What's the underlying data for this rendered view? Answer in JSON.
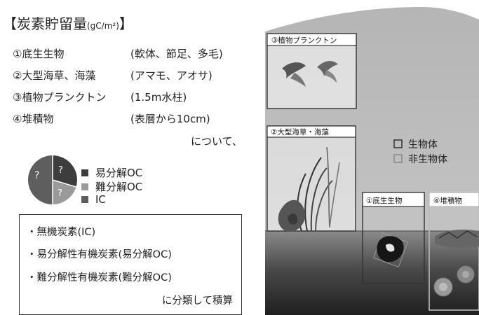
{
  "title": {
    "main": "【炭素貯留量",
    "unit": "(gC/m²)",
    "close": "】"
  },
  "components": [
    {
      "label": "①底生生物",
      "detail": "(軟体、節足、多毛)"
    },
    {
      "label": "②大型海草、海藻",
      "detail": "(アマモ、アオサ)"
    },
    {
      "label": "③植物プランクトン",
      "detail": "(1.5m水柱)"
    },
    {
      "label": "④堆積物",
      "detail": "(表層から10cm)"
    }
  ],
  "about_text": "について、",
  "pie": {
    "slice_labels": [
      "?",
      "?",
      "?"
    ]
  },
  "pie_legend": [
    {
      "label": "易分解OC",
      "color": "#3d3d3d"
    },
    {
      "label": "難分解OC",
      "color": "#9a9a9a"
    },
    {
      "label": "IC",
      "color": "#5e5e5e"
    }
  ],
  "classification": {
    "items": [
      "・無機炭素(IC)",
      "・易分解性有機炭素(易分解OC)",
      "・難分解性有機炭素(難分解OC)"
    ],
    "conclusion": "に分類して積算"
  },
  "scene": {
    "panels": {
      "phyto": "③植物プランクトン",
      "seaweed": "②大型海草・海藻",
      "benthos": "①底生生物",
      "sediment": "④堆積物"
    },
    "legend": [
      {
        "label": "生物体",
        "style": "dark"
      },
      {
        "label": "非生物体",
        "style": "light"
      }
    ]
  }
}
